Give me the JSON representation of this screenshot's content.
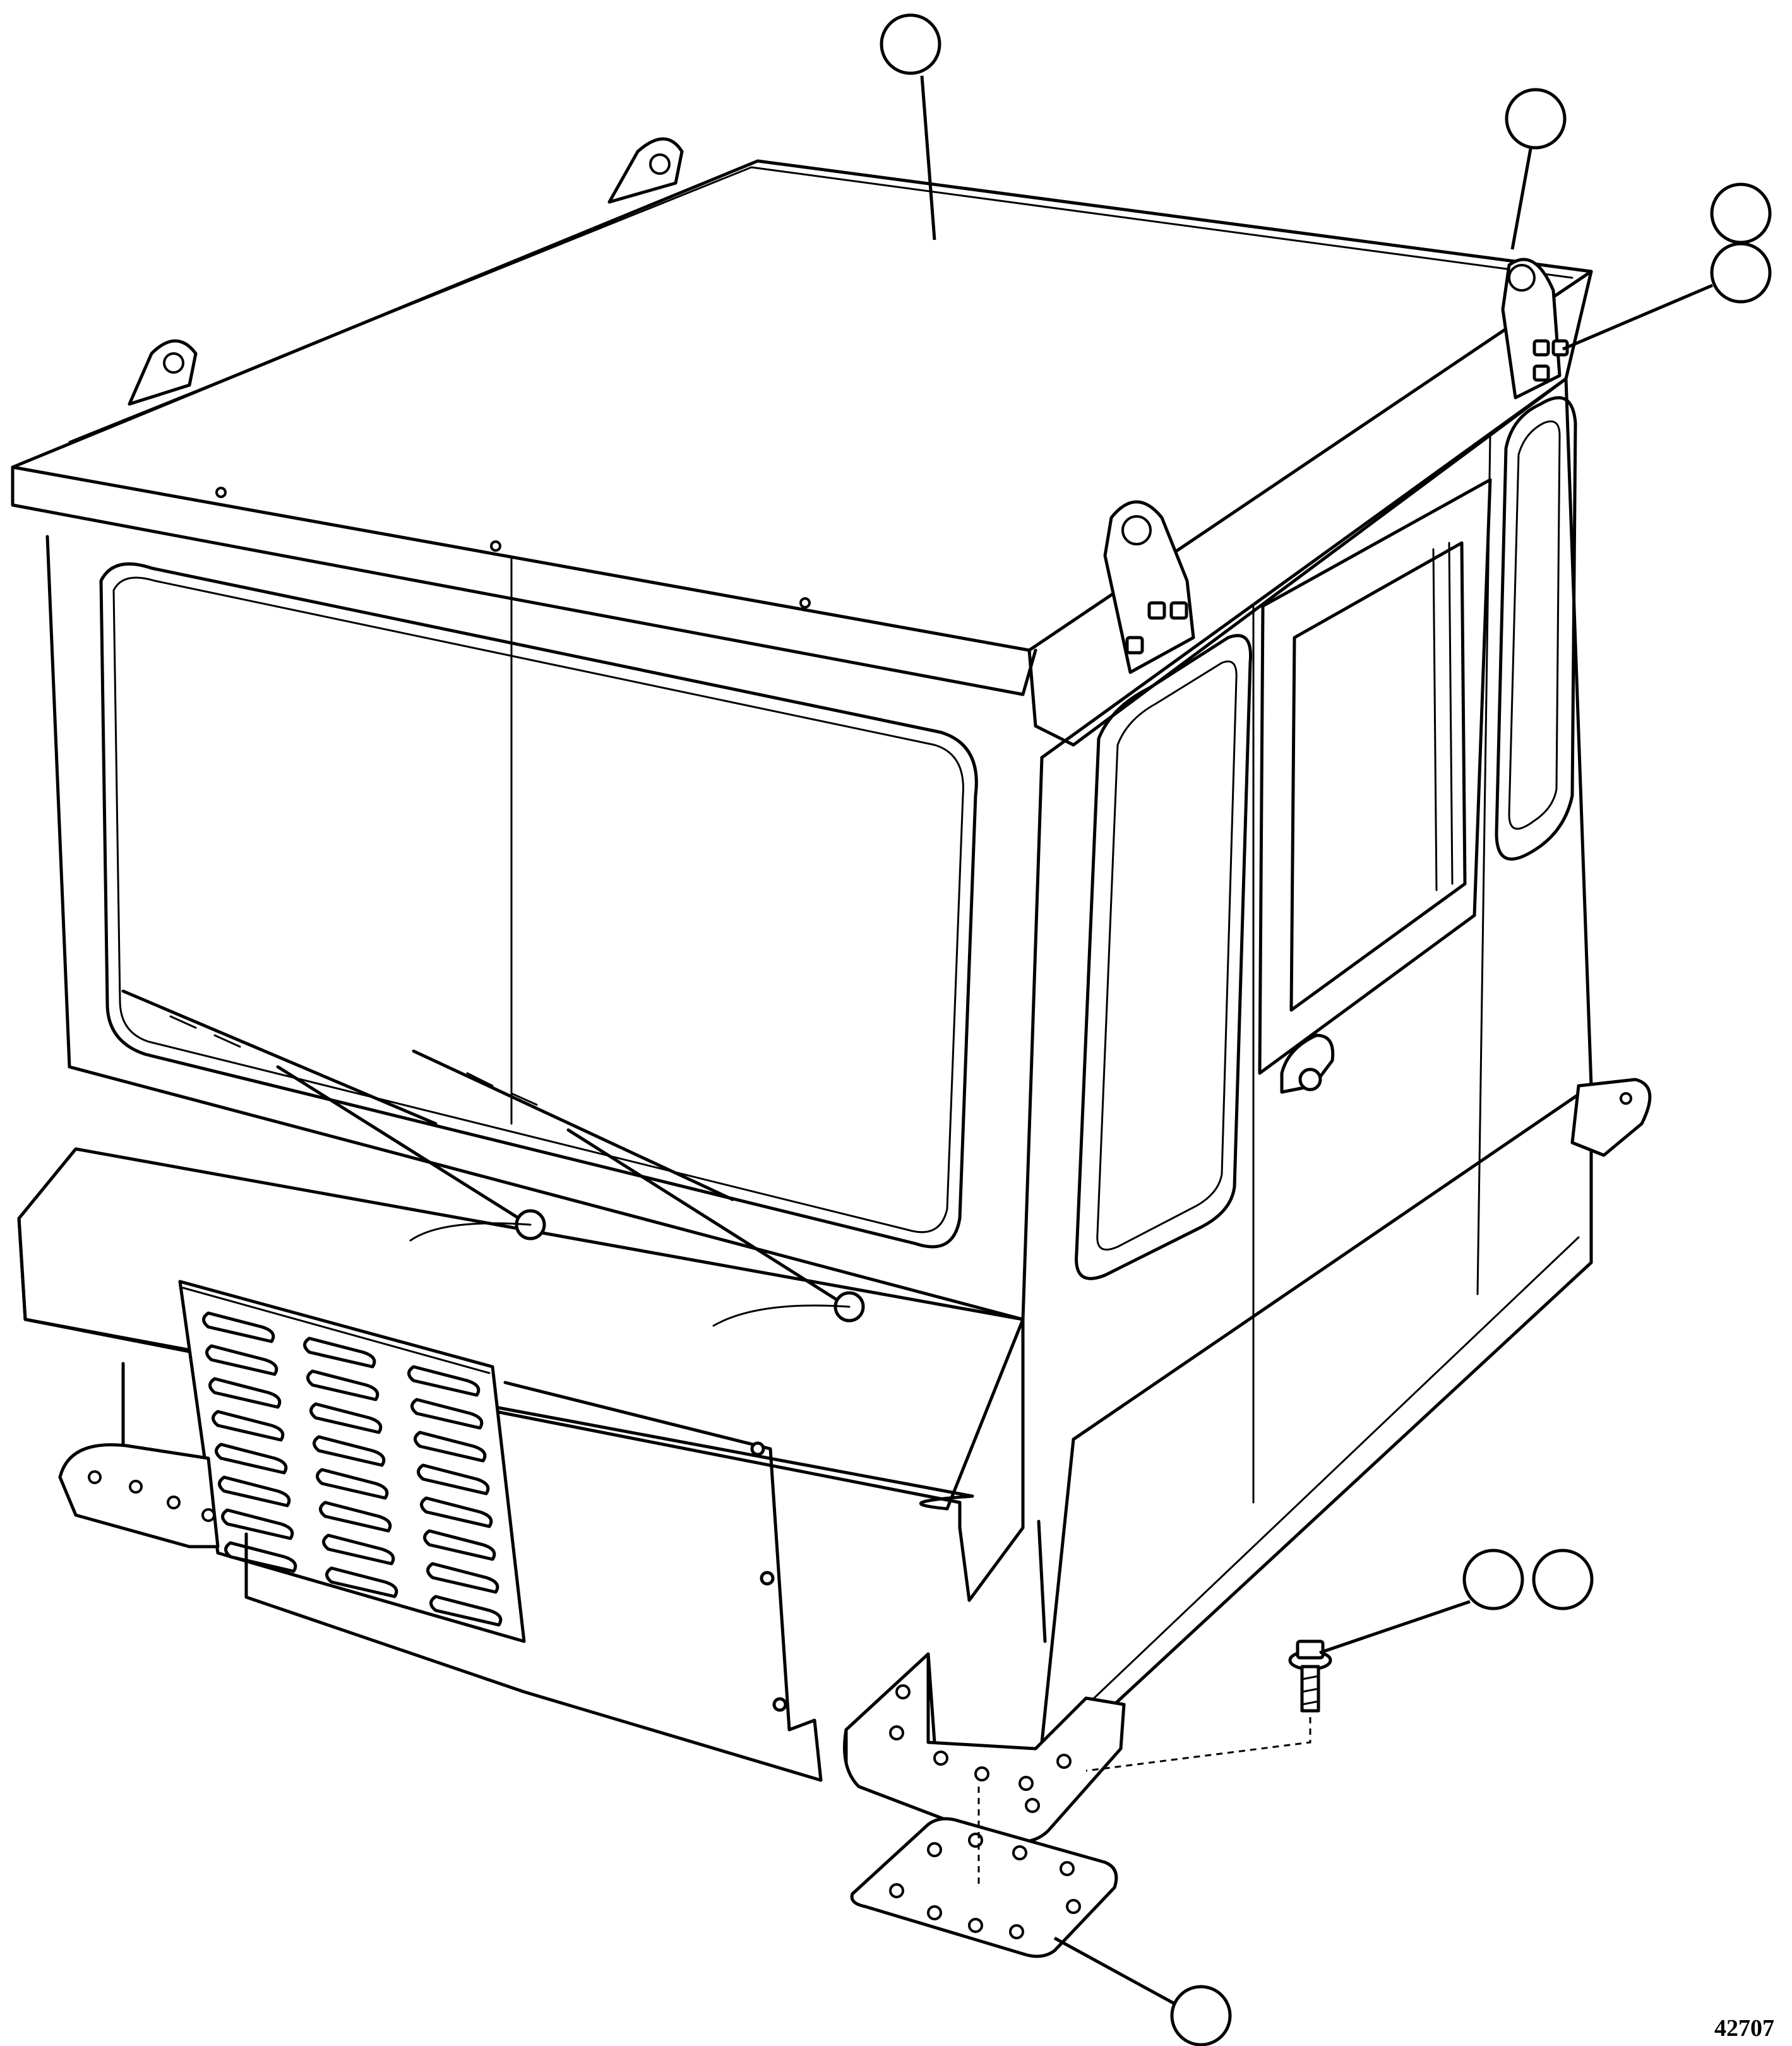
{
  "figure": {
    "figure_number": "42707"
  },
  "callouts": [
    {
      "id": "callout-1",
      "label": ""
    },
    {
      "id": "callout-2",
      "label": ""
    },
    {
      "id": "callout-3",
      "label": ""
    },
    {
      "id": "callout-4",
      "label": ""
    },
    {
      "id": "callout-5",
      "label": ""
    },
    {
      "id": "callout-6",
      "label": ""
    },
    {
      "id": "callout-7",
      "label": ""
    }
  ],
  "colors": {
    "line": "#000000",
    "background": "#ffffff"
  }
}
